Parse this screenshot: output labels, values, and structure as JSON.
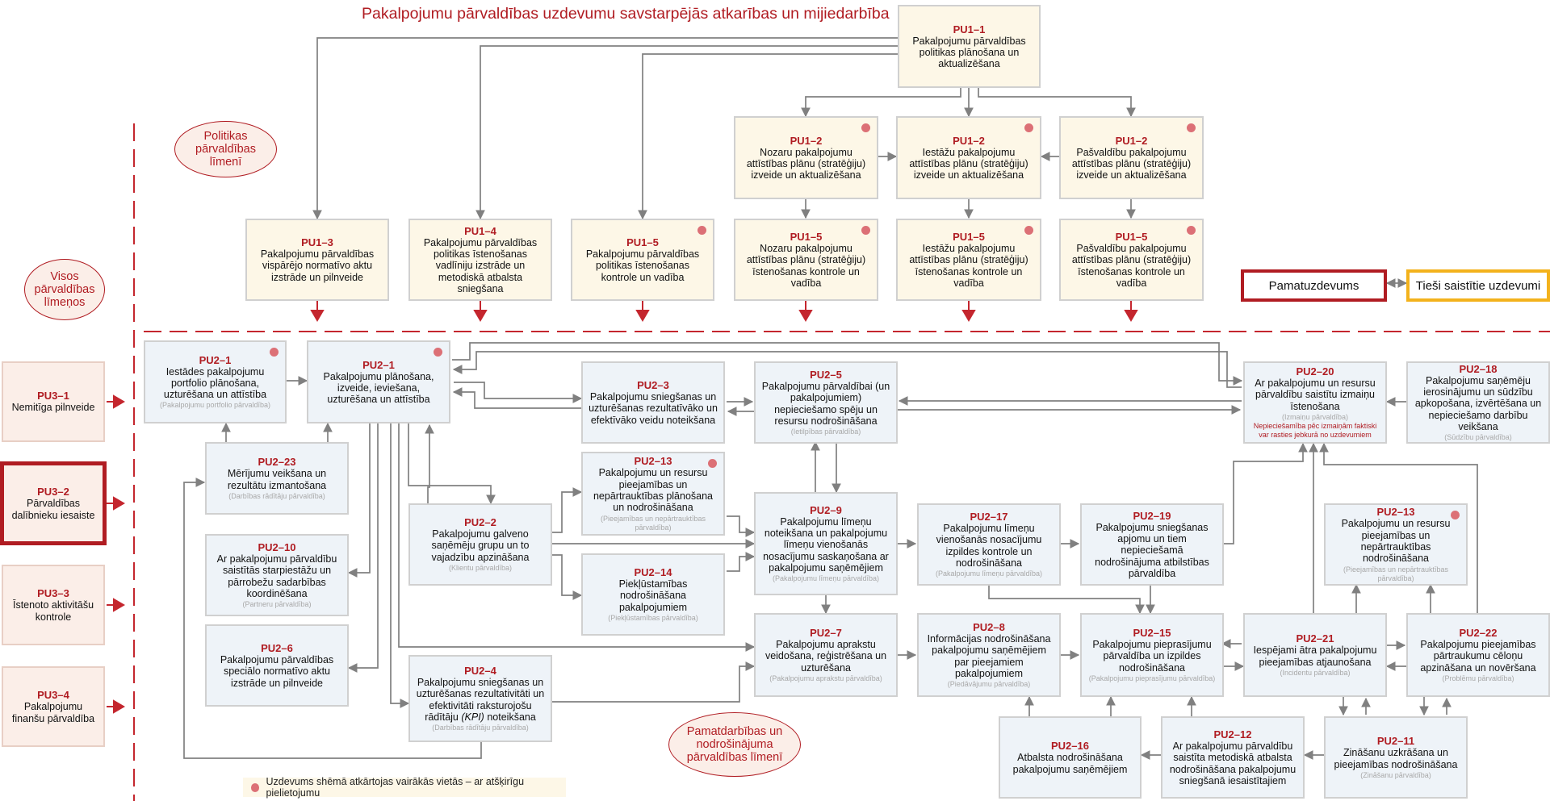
{
  "title": "Pakalpojumu pārvaldības uzdevumu savstarpējās atkarības un mijiedarbība",
  "levels": {
    "policy": "Politikas pārvaldības līmenī",
    "all": "Visos pārvaldības līmeņos",
    "core": "Pamatdarbības un nodrošinājuma pārvaldības līmenī"
  },
  "legend": {
    "main_task": "Pamatuzdevums",
    "related_tasks": "Tieši saistītie uzdevumi",
    "footnote": "Uzdevums shēmā atkārtojas vairākās vietās – ar atšķirīgu pielietojumu"
  },
  "colors": {
    "accent_red": "#b01c22",
    "dot": "#dc7076",
    "pu1_fill": "#fdf7e7",
    "pu2_fill": "#eef3f8",
    "pu3_fill": "#fbeee8",
    "legend_related": "#f3b21c",
    "arrow_gray": "#808080"
  },
  "boxes": {
    "pu1_1": {
      "code": "PU1–1",
      "text": "Pakalpojumu pārvaldības politikas plānošana un aktualizēšana"
    },
    "pu1_2a": {
      "code": "PU1–2",
      "text": "Nozaru pakalpojumu attīstības plānu (stratēģiju) izveide un aktualizēšana"
    },
    "pu1_2b": {
      "code": "PU1–2",
      "text": "Iestāžu pakalpojumu attīstības plānu (stratēģiju) izveide un aktualizēšana"
    },
    "pu1_2c": {
      "code": "PU1–2",
      "text": "Pašvaldību pakalpojumu attīstības plānu (stratēģiju) izveide un aktualizēšana"
    },
    "pu1_3": {
      "code": "PU1–3",
      "text": "Pakalpojumu pārvaldības vispārējo normatīvo aktu izstrāde un pilnveide"
    },
    "pu1_4": {
      "code": "PU1–4",
      "text": "Pakalpojumu pārvaldības politikas īstenošanas vadlīniju izstrāde un metodiskā atbalsta sniegšana"
    },
    "pu1_5": {
      "code": "PU1–5",
      "text": "Pakalpojumu pārvaldības politikas īstenošanas kontrole un vadība"
    },
    "pu1_5a": {
      "code": "PU1–5",
      "text": "Nozaru pakalpojumu attīstības plānu (stratēģiju) īstenošanas kontrole un vadība"
    },
    "pu1_5b": {
      "code": "PU1–5",
      "text": "Iestāžu pakalpojumu attīstības plānu (stratēģiju) īstenošanas kontrole un vadība"
    },
    "pu1_5c": {
      "code": "PU1–5",
      "text": "Pašvaldību pakalpojumu attīstības plānu (stratēģiju) īstenošanas kontrole un vadība"
    },
    "pu3_1": {
      "code": "PU3–1",
      "text": "Nemitīga pilnveide"
    },
    "pu3_2": {
      "code": "PU3–2",
      "text": "Pārvaldības dalībnieku iesaiste"
    },
    "pu3_3": {
      "code": "PU3–3",
      "text": "Īstenoto aktivitāšu kontrole"
    },
    "pu3_4": {
      "code": "PU3–4",
      "text": "Pakalpojumu finanšu pārvaldība"
    },
    "pu2_1a": {
      "code": "PU2–1",
      "text": "Iestādes pakalpojumu portfolio plānošana, uzturēšana un attīstība",
      "sub": "(Pakalpojumu portfolio pārvaldība)"
    },
    "pu2_1b": {
      "code": "PU2–1",
      "text": "Pakalpojumu plānošana, izveide, ieviešana, uzturēšana un attīstība"
    },
    "pu2_23": {
      "code": "PU2–23",
      "text": "Mērījumu veikšana un rezultātu izmantošana",
      "sub": "(Darbības rādītāju pārvaldība)"
    },
    "pu2_10": {
      "code": "PU2–10",
      "text": "Ar pakalpojumu pārvaldību saistītās starpiestāžu un pārrobežu sadarbības koordinēšana",
      "sub": "(Partneru pārvaldība)"
    },
    "pu2_6": {
      "code": "PU2–6",
      "text": "Pakalpojumu pārvaldības speciālo normatīvo aktu izstrāde un pilnveide"
    },
    "pu2_2": {
      "code": "PU2–2",
      "text": "Pakalpojumu galveno saņēmēju grupu un to vajadzību apzināšana",
      "sub": "(Klientu pārvaldība)"
    },
    "pu2_4": {
      "code": "PU2–4",
      "text": "Pakalpojumu sniegšanas un uzturēšanas rezultativitāti un efektivitāti raksturojošu rādītāju",
      "text_kpi": "(KPI)",
      "text_end": "noteikšana",
      "sub": "(Darbības rādītāju pārvaldība)"
    },
    "pu2_3": {
      "code": "PU2–3",
      "text": "Pakalpojumu sniegšanas un uzturēšanas rezultatīvāko un efektīvāko veidu noteikšana"
    },
    "pu2_13a": {
      "code": "PU2–13",
      "text": "Pakalpojumu un resursu pieejamības un nepārtrauktības plānošana un nodrošināšana",
      "sub": "(Pieejamības un nepārtrauktības pārvaldība)"
    },
    "pu2_14": {
      "code": "PU2–14",
      "text": "Piekļūstamības nodrošināšana pakalpojumiem",
      "sub": "(Piekļūstamības pārvaldība)"
    },
    "pu2_5": {
      "code": "PU2–5",
      "text": "Pakalpojumu pārvaldībai (un pakalpojumiem) nepieciešamo spēju un resursu nodrošināšana",
      "sub": "(Ietilpības pārvaldība)"
    },
    "pu2_9": {
      "code": "PU2–9",
      "text": "Pakalpojumu līmeņu noteikšana un pakalpojumu līmeņu vienošanās nosacījumu saskaņošana ar pakalpojumu saņēmējiem",
      "sub": "(Pakalpojumu līmeņu pārvaldība)"
    },
    "pu2_7": {
      "code": "PU2–7",
      "text": "Pakalpojumu aprakstu veidošana, reģistrēšana un uzturēšana",
      "sub": "(Pakalpojumu aprakstu pārvaldība)"
    },
    "pu2_17": {
      "code": "PU2–17",
      "text": "Pakalpojumu līmeņu vienošanās nosacījumu izpildes kontrole un nodrošināšana",
      "sub": "(Pakalpojumu līmeņu pārvaldība)"
    },
    "pu2_19": {
      "code": "PU2–19",
      "text": "Pakalpojumu sniegšanas apjomu un tiem nepieciešamā nodrošinājuma atbilstības pārvaldība"
    },
    "pu2_8": {
      "code": "PU2–8",
      "text": "Informācijas nodrošināšana pakalpojumu saņēmējiem par pieejamiem pakalpojumiem",
      "sub": "(Piedāvājumu pārvaldība)"
    },
    "pu2_15": {
      "code": "PU2–15",
      "text": "Pakalpojumu pieprasījumu pārvaldība un izpildes nodrošināšana",
      "sub": "(Pakalpojumu pieprasījumu pārvaldība)"
    },
    "pu2_16": {
      "code": "PU2–16",
      "text": "Atbalsta nodrošināšana pakalpojumu saņēmējiem"
    },
    "pu2_12": {
      "code": "PU2–12",
      "text": "Ar pakalpojumu pārvaldību saistīta metodiskā atbalsta nodrošināšana pakalpojumu sniegšanā iesaistītajiem"
    },
    "pu2_20": {
      "code": "PU2–20",
      "text": "Ar pakalpojumu un resursu pārvaldību saistītu izmaiņu īstenošana",
      "sub": "(Izmaiņu pārvaldība)",
      "note": "Nepieciešamība pēc izmaiņām faktiski var rasties jebkurā no uzdevumiem"
    },
    "pu2_18": {
      "code": "PU2–18",
      "text": "Pakalpojumu saņēmēju ierosinājumu un sūdzību apkopošana, izvērtēšana un nepieciešamo darbību veikšana",
      "sub": "(Sūdzību pārvaldība)"
    },
    "pu2_13b": {
      "code": "PU2–13",
      "text": "Pakalpojumu un resursu pieejamības un nepārtrauktības nodrošināšana",
      "sub": "(Pieejamības un nepārtrauktības pārvaldība)"
    },
    "pu2_21": {
      "code": "PU2–21",
      "text": "Iespējami ātra pakalpojumu pieejamības atjaunošana",
      "sub": "(Incidentu pārvaldība)"
    },
    "pu2_22": {
      "code": "PU2–22",
      "text": "Pakalpojumu pieejamības pārtraukumu cēloņu apzināšana un novēršana",
      "sub": "(Problēmu pārvaldība)"
    },
    "pu2_11": {
      "code": "PU2–11",
      "text": "Zināšanu uzkrāšana un pieejamības nodrošināšana",
      "sub": "(Zināšanu pārvaldība)"
    }
  }
}
